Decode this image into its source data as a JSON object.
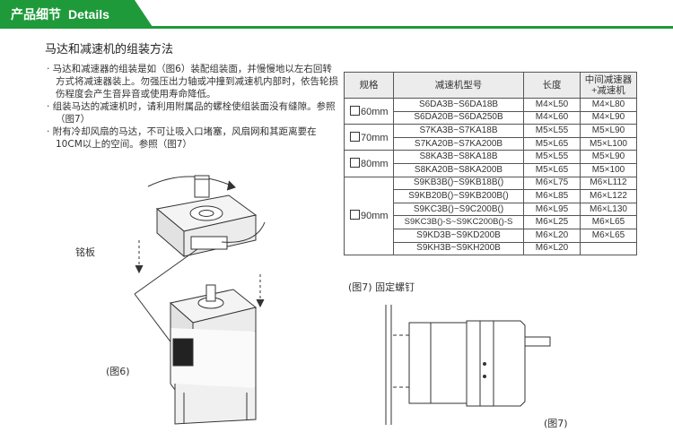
{
  "header": {
    "title_cn": "产品细节",
    "title_en": "Details"
  },
  "section_title": "马达和减速机的组装方法",
  "bullets": [
    "· 马达和减速器的组装是如（图6）装配组装面，并慢慢地以左右回转方式将减速器装上。勿强压出力轴或冲撞到减速机内部时，依告轮损伤程度会产生音异音或使用寿命降低。",
    "· 组装马达的减速机时，请利用附属品的螺栓使组装面没有缝隙。参照（图7）",
    "· 附有冷却风扇的马达，不可让吸入口堵塞，风扇网和其距离要在10CM以上的空间。参照（图7）"
  ],
  "figure6": {
    "nameplate_label": "铭板",
    "caption": "(图6)"
  },
  "figure7": {
    "title": "(图7) 固定螺钉",
    "caption": "(图7)"
  },
  "table": {
    "headers": [
      "规格",
      "减速机型号",
      "长度",
      "中间减速器\n+减速机"
    ],
    "groups": [
      {
        "spec": "60mm",
        "rows": [
          [
            "S6DA3B~S6DA18B",
            "M4×L50",
            "M4×L80"
          ],
          [
            "S6DA20B~S6DA250B",
            "M4×L60",
            "M4×L90"
          ]
        ]
      },
      {
        "spec": "70mm",
        "rows": [
          [
            "S7KA3B~S7KA18B",
            "M5×L55",
            "M5×L90"
          ],
          [
            "S7KA20B~S7KA200B",
            "M5×L65",
            "M5×L100"
          ]
        ]
      },
      {
        "spec": "80mm",
        "rows": [
          [
            "S8KA3B~S8KA18B",
            "M5×L55",
            "M5×L90"
          ],
          [
            "S8KA20B~S8KA200B",
            "M5×L65",
            "M5×100"
          ]
        ]
      },
      {
        "spec": "90mm",
        "rows": [
          [
            "S9KB3B()~S9KB18B()",
            "M6×L75",
            "M6×L112"
          ],
          [
            "S9KB20B()~S9KB200B()",
            "M6×L85",
            "M6×L122"
          ],
          [
            "S9KC3B()~S9C200B()",
            "M6×L95",
            "M6×L130"
          ],
          [
            "S9KC3B()-S~S9KC200B()-S",
            "M6×L25",
            "M6×L65"
          ],
          [
            "S9KD3B~S9KD200B",
            "M6×L20",
            "M6×L65"
          ],
          [
            "S9KH3B~S9KH200B",
            "M6×L20",
            ""
          ]
        ]
      }
    ]
  },
  "colors": {
    "accent": "#1f9a3a"
  }
}
